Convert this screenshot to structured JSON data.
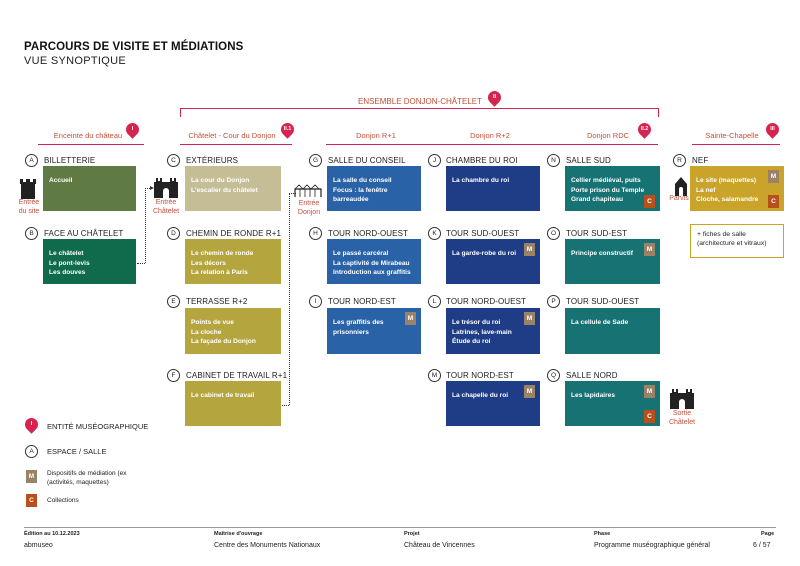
{
  "title": "PARCOURS DE VISITE ET MÉDIATIONS",
  "subtitle": "VUE SYNOPTIQUE",
  "ensemble": {
    "label": "ENSEMBLE DONJON-CHÂTELET",
    "pin": "II"
  },
  "sections": [
    {
      "label": "Enceinte du château",
      "pin": "I"
    },
    {
      "label": "Châtelet - Cour du Donjon",
      "pin": "II.1"
    },
    {
      "label": "Donjon R+1"
    },
    {
      "label": "Donjon R+2"
    },
    {
      "label": "Donjon RDC",
      "pin": "II.2"
    },
    {
      "label": "Sainte-Chapelle",
      "pin": "III"
    }
  ],
  "spaces": {
    "A": {
      "letter": "A",
      "name": "BILLETTERIE",
      "lines": [
        "Accueil"
      ]
    },
    "B": {
      "letter": "B",
      "name": "FACE AU CHÂTELET",
      "lines": [
        "Le châtelet",
        "Le pont-levis",
        "Les douves"
      ]
    },
    "C": {
      "letter": "C",
      "name": "EXTÉRIEURS",
      "lines": [
        "La cour du Donjon",
        "L'escalier du châtelet"
      ]
    },
    "D": {
      "letter": "D",
      "name": "CHEMIN DE RONDE R+1",
      "lines": [
        "Le chemin de ronde",
        "Les décors",
        "La relation à Paris"
      ]
    },
    "E": {
      "letter": "E",
      "name": "TERRASSE R+2",
      "lines": [
        "Points de vue",
        "La cloche",
        "La façade du Donjon"
      ]
    },
    "F": {
      "letter": "F",
      "name": "CABINET DE TRAVAIL R+1",
      "lines": [
        "Le cabinet de travail"
      ]
    },
    "G": {
      "letter": "G",
      "name": "SALLE DU CONSEIL",
      "lines": [
        "La salle du conseil",
        "Focus : la fenêtre",
        "barreaudée"
      ]
    },
    "H": {
      "letter": "H",
      "name": "TOUR NORD-OUEST",
      "lines": [
        "Le passé carcéral",
        "La captivité de Mirabeau",
        "Introduction aux graffitis"
      ]
    },
    "I": {
      "letter": "I",
      "name": "TOUR NORD-EST",
      "lines": [
        "Les graffitis des",
        "prisonniers"
      ]
    },
    "J": {
      "letter": "J",
      "name": "CHAMBRE DU ROI",
      "lines": [
        "La chambre du roi"
      ]
    },
    "K": {
      "letter": "K",
      "name": "TOUR SUD-OUEST",
      "lines": [
        "La garde-robe du roi"
      ]
    },
    "L": {
      "letter": "L",
      "name": "TOUR NORD-OUEST",
      "lines": [
        "Le trésor du roi",
        "Latrines, lave-main",
        "Étude du roi"
      ]
    },
    "M": {
      "letter": "M",
      "name": "TOUR NORD-EST",
      "lines": [
        "La chapelle du roi"
      ]
    },
    "N": {
      "letter": "N",
      "name": "SALLE SUD",
      "lines": [
        "Cellier médiéval, puits",
        "Porte prison du Temple",
        "Grand chapiteau"
      ]
    },
    "O": {
      "letter": "O",
      "name": "TOUR SUD-EST",
      "lines": [
        "Principe constructif"
      ]
    },
    "P": {
      "letter": "P",
      "name": "TOUR SUD-OUEST",
      "lines": [
        "La cellule de Sade"
      ]
    },
    "Q": {
      "letter": "Q",
      "name": "SALLE NORD",
      "lines": [
        "Les lapidaires"
      ]
    },
    "R": {
      "letter": "R",
      "name": "NEF",
      "lines": [
        "Le site (maquettes)",
        "La nef",
        "Cloche, salamandre"
      ]
    }
  },
  "tags": {
    "m": "M",
    "c": "C"
  },
  "side_labels": {
    "entree_site": [
      "Entrée",
      "du site"
    ],
    "entree_chatelet": [
      "Entrée",
      "Châtelet"
    ],
    "entree_donjon": [
      "Entrée",
      "Donjon"
    ],
    "parvis": "Parvis",
    "sortie_chatelet": [
      "Sortie",
      "Châtelet"
    ]
  },
  "note": [
    "+ fiches de salle",
    "(architecture et vitraux)"
  ],
  "legend": {
    "entite_pin": "I",
    "entite": "ENTITÉ MUSÉOGRAPHIQUE",
    "espace_letter": "A",
    "espace": "ESPACE / SALLE",
    "m_tag": "M",
    "m_label": [
      "Dispositifs de médiation (ex",
      "(activités, maquettes)"
    ],
    "c_tag": "C",
    "c_label": "Collections"
  },
  "footer": {
    "edition": "Édition au 10.12.2023",
    "edition_value": "abmuseo",
    "moa_head": "Maîtrise d'ouvrage",
    "moa_value": "Centre des Monuments Nationaux",
    "projet_head": "Projet",
    "projet_value": "Château de Vincennes",
    "phase_head": "Phase",
    "phase_value": "Programme muséographique général",
    "page_head": "Page",
    "page_value": "6 / 57"
  },
  "colors": {
    "accent": "#d6234f",
    "green": "#5f7a43",
    "dark_green": "#0f6b4b",
    "khaki": "#c4bd96",
    "olive": "#b5a53f",
    "blue": "#2a62a8",
    "navy": "#1f3d86",
    "teal": "#177274",
    "gold": "#c9a32a"
  }
}
